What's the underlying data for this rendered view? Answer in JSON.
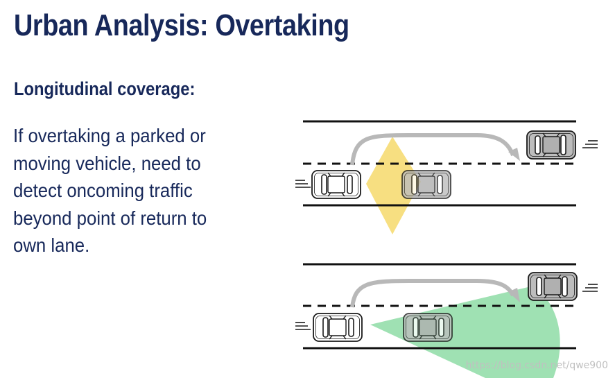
{
  "slide": {
    "title": "Urban Analysis: Overtaking",
    "subtitle": "Longitudinal coverage:",
    "body_lines": [
      "If overtaking a parked or",
      "moving vehicle, need to",
      "detect oncoming traffic",
      "beyond point of return to",
      "own lane."
    ]
  },
  "colors": {
    "text": "#17285a",
    "coverage_yellow": "#f6d96b",
    "coverage_green": "#7fd79a",
    "overtake_path": "#b8b8b8"
  },
  "watermark": "https://blog.csdn.net/qwe900"
}
